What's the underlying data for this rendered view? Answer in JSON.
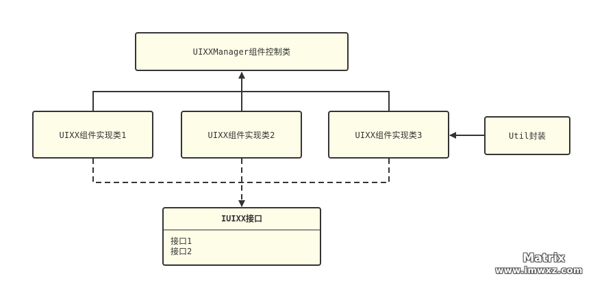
{
  "boxes": {
    "manager": "UIXXManager组件控制类",
    "impl1": "UIXX组件实现类1",
    "impl2": "UIXX组件实现类2",
    "impl3": "UIXX组件实现类3",
    "util": "Util封装"
  },
  "interface": {
    "title": "IUIXX接口",
    "items": [
      "接口1",
      "接口2"
    ]
  },
  "watermark": {
    "line1": "Matrix",
    "line2": "www.imwxz.com"
  },
  "colors": {
    "box_fill": "#fdfde8",
    "stroke": "#333333"
  }
}
